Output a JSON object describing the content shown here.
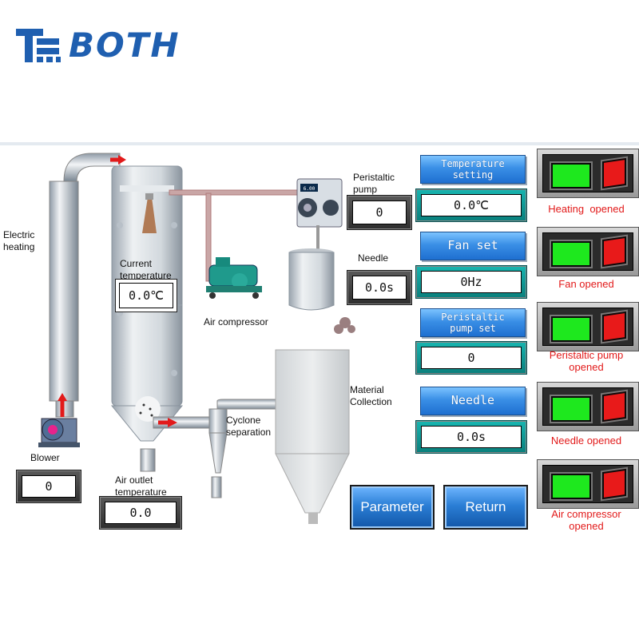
{
  "brand": {
    "name": "BOTH"
  },
  "labels": {
    "electric_heating": "Electric\nheating",
    "blower": "Blower",
    "current_temperature": "Current\ntemperature",
    "air_outlet_temperature": "Air outlet\ntemperature",
    "air_compressor": "Air compressor",
    "peristaltic_pump": "Peristaltic\npump",
    "needle": "Needle",
    "material_collection": "Material\nCollection",
    "cyclone_separation": "Cyclone\nseparation"
  },
  "values": {
    "blower": "0",
    "current_temperature": "0.0℃",
    "air_outlet_temperature": "0.0",
    "peristaltic_pump": "0",
    "needle": "0.0s",
    "pump_display": "6.00"
  },
  "settings": [
    {
      "title": "Temperature\nsetting",
      "value": "0.0℃"
    },
    {
      "title": "Fan set",
      "value": "0Hz"
    },
    {
      "title": "Peristaltic\npump set",
      "value": "0"
    },
    {
      "title": "Needle",
      "value": "0.0s"
    }
  ],
  "status": [
    {
      "label": "Heating  opened",
      "state": "opened"
    },
    {
      "label": "Fan opened",
      "state": "opened"
    },
    {
      "label": "Peristaltic pump\nopened",
      "state": "opened"
    },
    {
      "label": "Needle opened",
      "state": "opened"
    },
    {
      "label": "Air compressor\nopened",
      "state": "opened"
    }
  ],
  "buttons": {
    "parameter": "Parameter",
    "return": "Return"
  },
  "colors": {
    "accent_blue": "#2b7fd6",
    "status_red": "#e21a1a",
    "indicator_green": "#1ee81e",
    "brand_blue": "#1f5fb0"
  }
}
